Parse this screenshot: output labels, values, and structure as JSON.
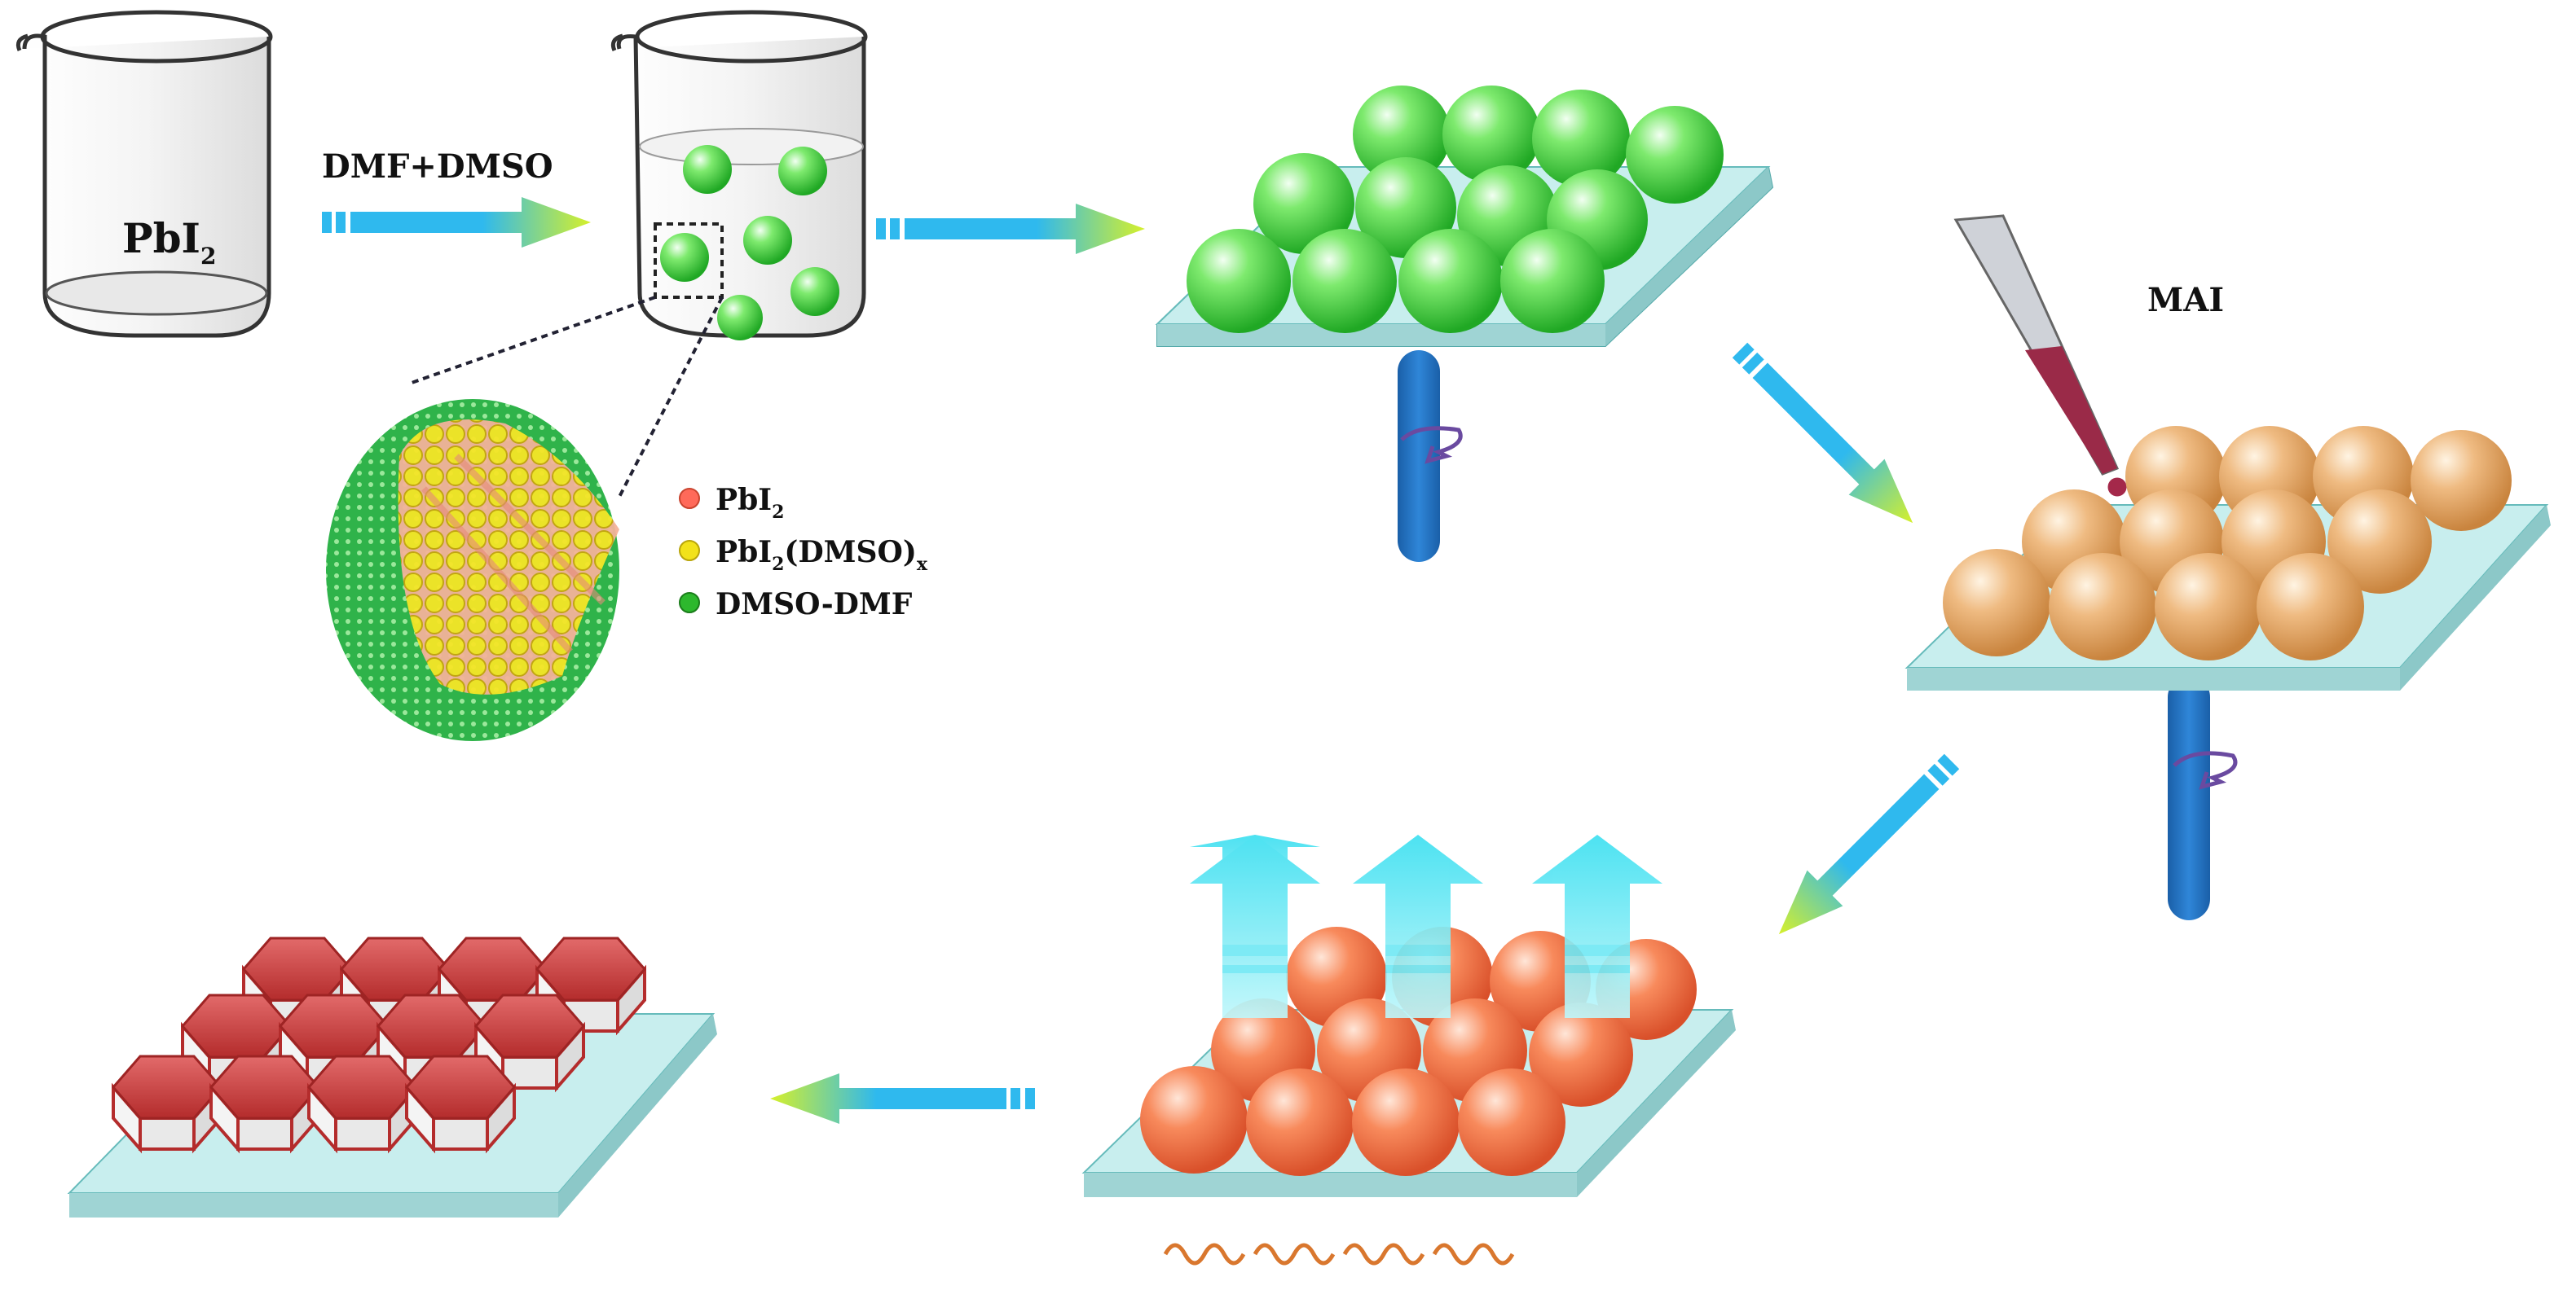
{
  "beaker1": {
    "main": "PbI",
    "sub": "2"
  },
  "arrow1": {
    "label": "DMF+DMSO"
  },
  "legend": {
    "items": [
      {
        "main": "PbI",
        "sub": "2",
        "tail": "",
        "color": "#ff6a5a"
      },
      {
        "main": "PbI",
        "sub": "2",
        "tail": "(DMSO)",
        "sub2": "x",
        "color": "#f2e21a"
      },
      {
        "main": "DMSO-DMF",
        "sub": "",
        "tail": "",
        "color": "#2db82d"
      }
    ]
  },
  "pipette": {
    "label": "MAI"
  },
  "colors": {
    "green_ball": "#3fd53f",
    "tan_ball": "#e3a25c",
    "orange_ball": "#f2703f",
    "crystal_red": "#c83c3c",
    "substrate": "#b9e6e6",
    "spinner": "#1f6fc0",
    "arrow_cyan": "#37c3e8",
    "arrow_yellow": "#c9ec2c",
    "vapor_cyan": "#4fe3f2",
    "heat_wave": "#d9772e"
  }
}
